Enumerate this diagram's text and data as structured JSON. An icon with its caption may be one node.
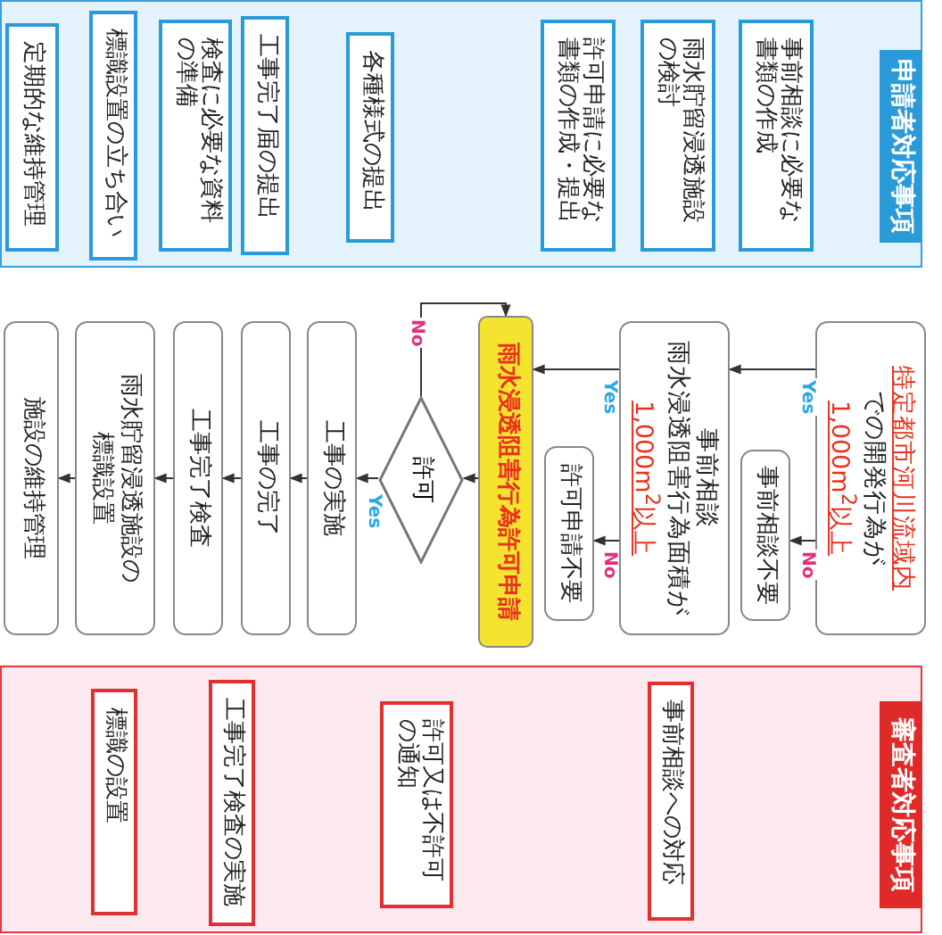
{
  "diagram": {
    "nodes": [
      {
        "text": [],
        "shape": "box"
      },
      {
        "text": [
          "申請者対応事項"
        ],
        "in": 0
      },
      {
        "text": [
          "事前相談に必要な書類の作成"
        ],
        "in": 0
      },
      {
        "text": [
          "雨水貯留浸透施設の検討"
        ],
        "in": 0
      },
      {
        "text": [
          "許可申請に必要な書類の作成・提出"
        ],
        "in": 0
      },
      {
        "text": [
          "各種様式の提出"
        ],
        "in": 0
      },
      {
        "text": [
          "工事完了届の提出"
        ],
        "in": 0
      },
      {
        "text": [
          "検査に必要な資料の準備"
        ],
        "in": 0
      },
      {
        "text": [
          "標識設置の立ち合い"
        ],
        "in": 0
      },
      {
        "text": [
          "定期的な維持管理"
        ],
        "in": 0
      },
      {
        "text": [
          "特定都市河川流域内",
          "での開発行為が",
          "1,000m$^{2}$以上"
        ]
      },
      {
        "text": [
          "事前相談不要"
        ]
      },
      {
        "text": [
          "事前相談",
          "雨水浸透阻害行為面積が",
          "1,000m$^{2}$以上"
        ]
      },
      {
        "text": [
          "許可申請不要"
        ]
      },
      {
        "text": [
          "雨水浸透阻害行為許可申請"
        ]
      },
      {
        "text": [
          "許可"
        ]
      },
      {
        "text": [
          "工事の実施"
        ]
      },
      {
        "text": [
          "工事の完了"
        ]
      },
      {
        "text": [
          "工事完了検査"
        ]
      },
      {
        "text": [
          "雨水貯留浸透施設の標識設置"
        ]
      },
      {
        "text": [
          "施設の維持管理"
        ]
      },
      {
        "text": [],
        "shape": "box"
      },
      {
        "text": [
          "審査者対応事項"
        ],
        "in": 21
      },
      {
        "text": [
          "事前相談への対応"
        ],
        "in": 21
      },
      {
        "text": [
          "許可又は不許可の通知"
        ],
        "in": 21
      },
      {
        "text": [
          "工事完了検査の実施"
        ],
        "in": 21
      },
      {
        "text": [
          "標識の設置"
        ],
        "in": 21
      }
    ],
    "edges": [
      {
        "from": 10,
        "to": 12,
        "arrow": "to",
        "label": "Yes"
      },
      {
        "from": 10,
        "to": 11,
        "arrow": "to",
        "label": "No"
      },
      {
        "from": 12,
        "to": 14,
        "arrow": "to",
        "label": "Yes"
      },
      {
        "from": 12,
        "to": 13,
        "arrow": "to",
        "label": "No"
      },
      {
        "from": 14,
        "to": 15,
        "arrow": "to"
      },
      {
        "from": 15,
        "to": 16,
        "arrow": "to",
        "label": "Yes"
      },
      {
        "from": 16,
        "to": 17,
        "arrow": "to"
      },
      {
        "from": 17,
        "to": 18,
        "arrow": "to"
      },
      {
        "from": 18,
        "to": 19,
        "arrow": "to"
      },
      {
        "from": 19,
        "to": 20,
        "arrow": "to"
      },
      {
        "from": 15,
        "to": 14,
        "arrow": "to",
        "label": "No"
      }
    ]
  }
}
